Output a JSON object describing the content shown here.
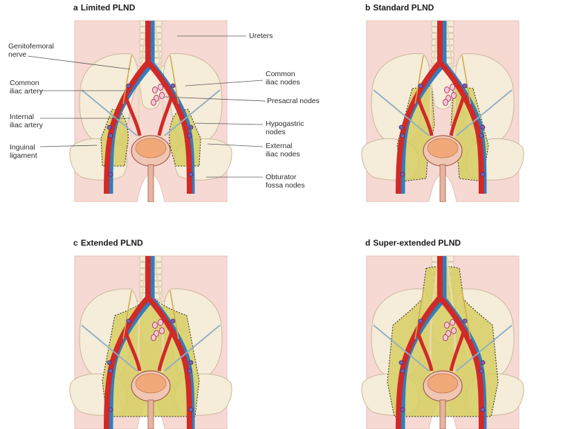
{
  "panels": [
    {
      "letter": "a",
      "title": "Limited PLND"
    },
    {
      "letter": "b",
      "title": "Standard PLND"
    },
    {
      "letter": "c",
      "title": "Extended PLND"
    },
    {
      "letter": "d",
      "title": "Super-extended PLND"
    }
  ],
  "labels": {
    "genitofemoral_nerve": [
      "Genitofemoral",
      "nerve"
    ],
    "common_iliac_artery": [
      "Common",
      "iliac artery"
    ],
    "internal_iliac_artery": [
      "Internal",
      "iliac artery"
    ],
    "inguinal_ligament": [
      "Inguinal",
      "ligament"
    ],
    "ureters": [
      "Ureters"
    ],
    "common_iliac_nodes": [
      "Common",
      "iliac nodes"
    ],
    "presacral_nodes": [
      "Presacral nodes"
    ],
    "hypogastric_nodes": [
      "Hypogastric",
      "nodes"
    ],
    "external_iliac_nodes": [
      "External",
      "iliac nodes"
    ],
    "obturator_fossa_nodes": [
      "Obturator",
      "fossa nodes"
    ]
  },
  "colors": {
    "skin": "#f6d9d2",
    "bone": "#f5ecd9",
    "bone_outline": "#c9b79a",
    "artery": "#d02a28",
    "vein": "#2f7fc0",
    "dissection_zone": "#d6cf63",
    "bladder": "#f2a97a",
    "node_fill": "#f3c9d6",
    "node_outline": "#b0335a",
    "nerve": "#d3a94a"
  }
}
